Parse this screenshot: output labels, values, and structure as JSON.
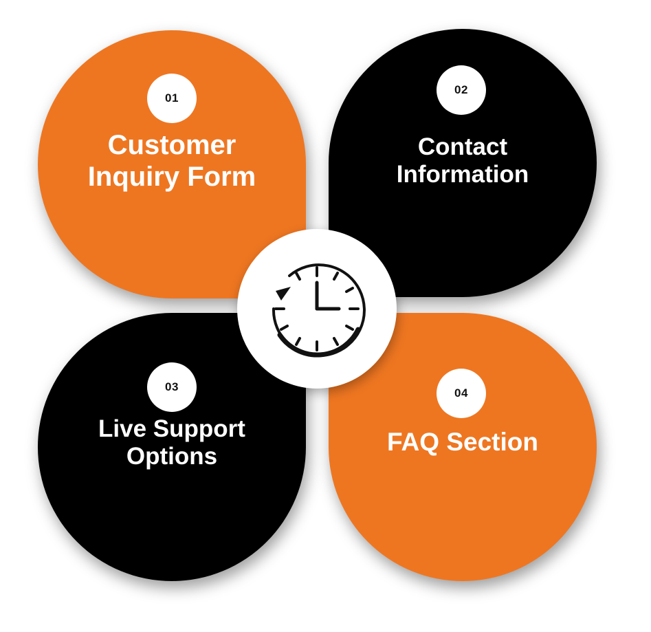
{
  "colors": {
    "orange": "#EE7621",
    "black": "#000000",
    "white": "#FFFFFF"
  },
  "center_icon": "clock-with-counterclockwise-arrow-icon",
  "steps": [
    {
      "number": "01",
      "title": "Customer\nInquiry Form"
    },
    {
      "number": "02",
      "title": "Contact\nInformation"
    },
    {
      "number": "03",
      "title": "Live Support\nOptions"
    },
    {
      "number": "04",
      "title": "FAQ Section"
    }
  ]
}
